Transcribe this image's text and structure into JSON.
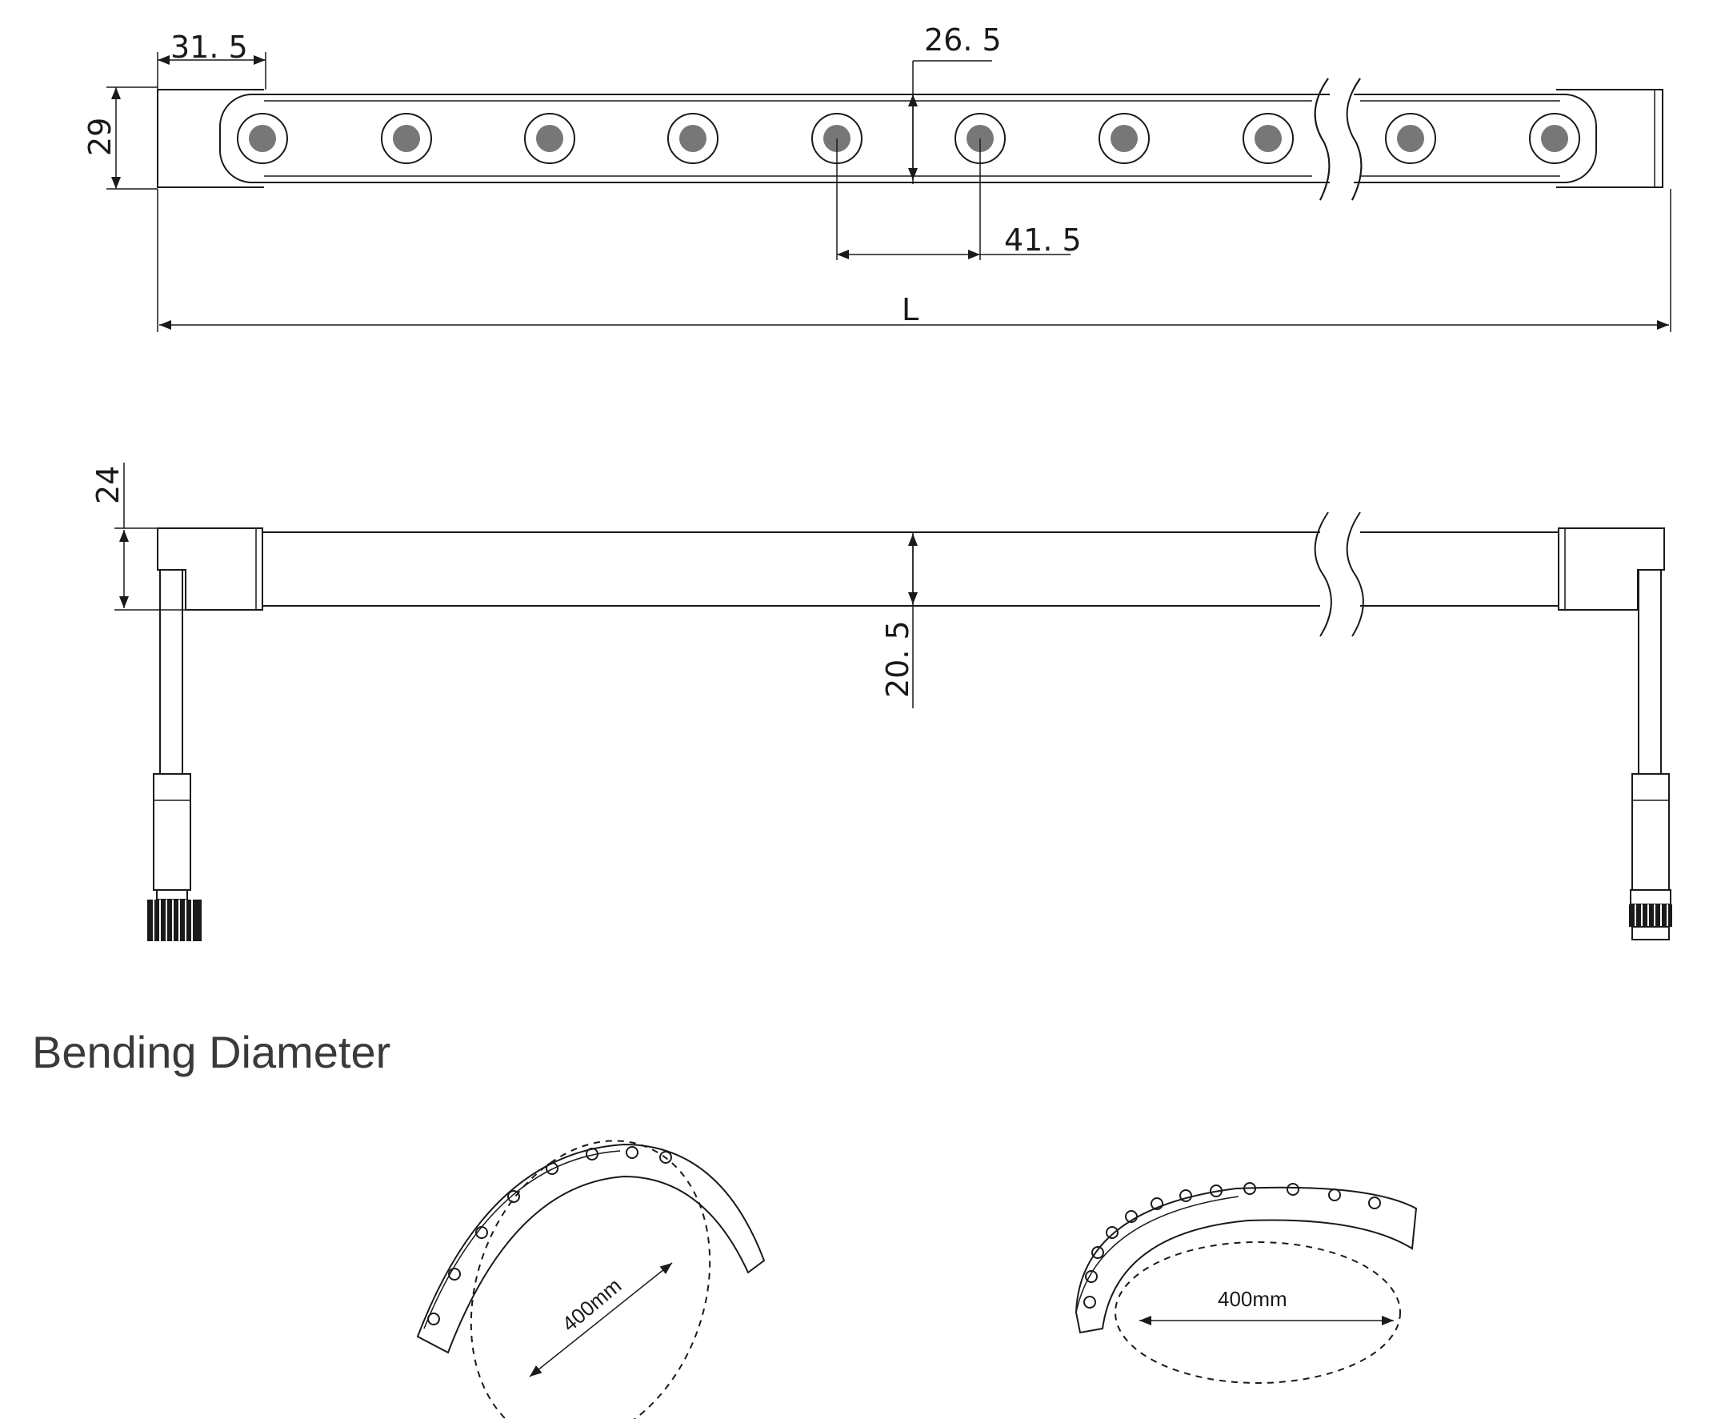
{
  "dimensions": {
    "end_cap_length": "31. 5",
    "body_width": "29",
    "profile_height": "26. 5",
    "led_pitch": "41. 5",
    "total_length": "L",
    "side_height": "24",
    "side_body_height": "20. 5"
  },
  "section_heading": "Bending Diameter",
  "bend_examples": [
    {
      "label": "400mm"
    },
    {
      "label": "400mm"
    }
  ],
  "colors": {
    "ink": "#1a1a1a",
    "heading": "#3a3a3a",
    "background": "#ffffff"
  }
}
